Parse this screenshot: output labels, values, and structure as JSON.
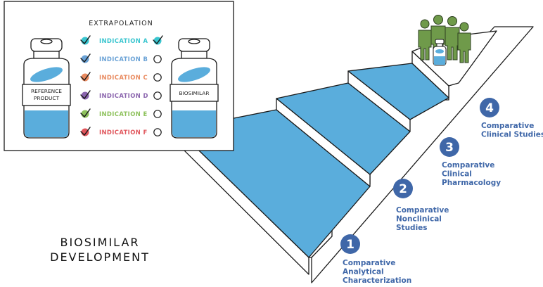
{
  "title": {
    "line1": "BIOSIMILAR",
    "line2": "DEVELOPMENT"
  },
  "extrapolation": {
    "title": "EXTRAPOLATION",
    "reference_label_line1": "REFERENCE",
    "reference_label_line2": "PRODUCT",
    "biosimilar_label": "BIOSIMILAR",
    "indications": [
      {
        "label": "INDICATION A",
        "color": "#39c5cf",
        "checked": true
      },
      {
        "label": "INDICATION B",
        "color": "#6aa2d6",
        "checked": false
      },
      {
        "label": "INDICATION C",
        "color": "#e98a5f",
        "checked": false
      },
      {
        "label": "INDICATION D",
        "color": "#8a64ad",
        "checked": false
      },
      {
        "label": "INDICATION E",
        "color": "#8dc15b",
        "checked": false
      },
      {
        "label": "INDICATION F",
        "color": "#e0555b",
        "checked": false
      }
    ]
  },
  "steps": [
    {
      "number": "1",
      "line1": "Comparative",
      "line2": "Analytical",
      "line3": "Characterization"
    },
    {
      "number": "2",
      "line1": "Comparative",
      "line2": "Nonclinical",
      "line3": "Studies"
    },
    {
      "number": "3",
      "line1": "Comparative",
      "line2": "Clinical",
      "line3": "Pharmacology"
    },
    {
      "number": "4",
      "line1": "Comparative",
      "line2": "Clinical Studies",
      "line3": ""
    }
  ],
  "colors": {
    "step_fill": "#5aaddc",
    "step_outline": "#1a1a1a",
    "badge": "#3f67a8",
    "people": "#6f9a4a"
  }
}
